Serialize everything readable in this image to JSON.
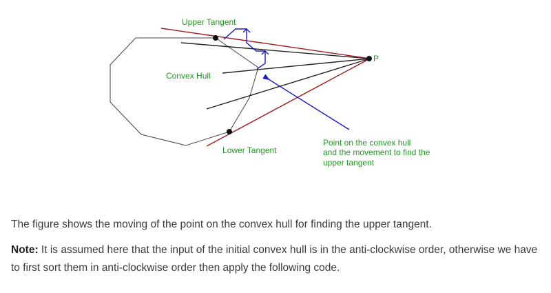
{
  "figure": {
    "labels": {
      "upper_tangent": "Upper Tangent",
      "convex_hull": "Convex Hull",
      "lower_tangent": "Lower Tangent",
      "point_p": "P",
      "annotation_line1": "Point on the convex hull",
      "annotation_line2": "and the movement to find the",
      "annotation_line3": "upper tangent"
    },
    "colors": {
      "hull": "#444444",
      "tangent": "#a01818",
      "connector": "#222222",
      "movement": "#1a1acc",
      "label": "#1f9a1f"
    }
  },
  "text": {
    "paragraph1": "The figure shows the moving of the point on the convex hull for finding the upper tangent.",
    "note_label": "Note:",
    "note_body": " It is assumed here that the input of the initial convex hull is in the anti-clockwise order, otherwise we have to first sort them in anti-clockwise order then apply the following code."
  }
}
